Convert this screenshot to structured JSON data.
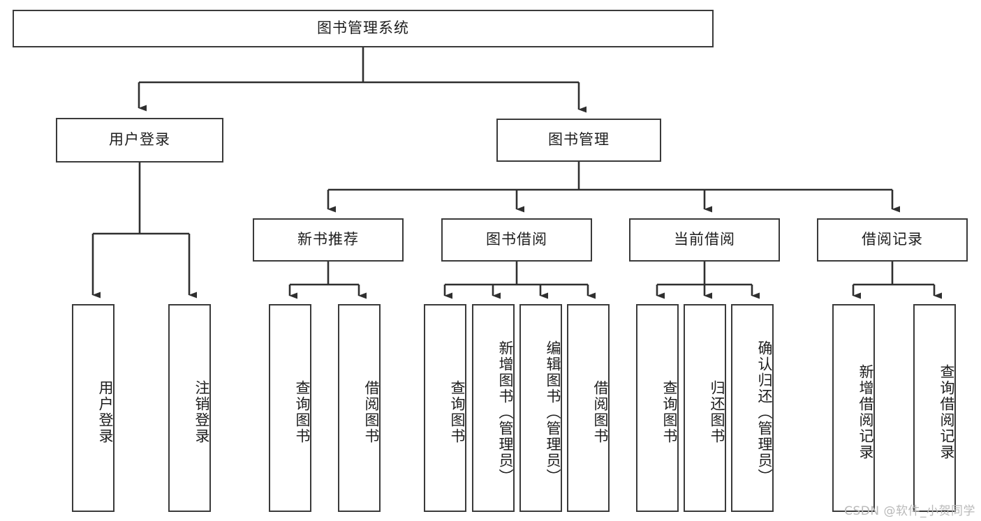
{
  "diagram": {
    "title": "图书管理系统",
    "type": "tree",
    "background": "#ffffff",
    "box_border_color": "#3a3a3a",
    "connector_color": "#2f2f2f",
    "text_color": "#1d1d1d"
  },
  "nodes": {
    "root": {
      "label": "图书管理系统",
      "orientation": "horizontal"
    },
    "level2": [
      {
        "id": "user-login",
        "label": "用户登录",
        "orientation": "horizontal"
      },
      {
        "id": "book-manage",
        "label": "图书管理",
        "orientation": "horizontal"
      }
    ],
    "level3": [
      {
        "id": "new-book-recommend",
        "label": "新书推荐",
        "orientation": "horizontal"
      },
      {
        "id": "book-borrow",
        "label": "图书借阅",
        "orientation": "horizontal"
      },
      {
        "id": "current-borrow",
        "label": "当前借阅",
        "orientation": "horizontal"
      },
      {
        "id": "borrow-record",
        "label": "借阅记录",
        "orientation": "horizontal"
      }
    ],
    "leaves": [
      {
        "id": "leaf-user-login",
        "label": "用户登录",
        "parent": "user-login",
        "orientation": "vertical"
      },
      {
        "id": "leaf-user-logout",
        "label": "注销登录",
        "parent": "user-login",
        "orientation": "vertical"
      },
      {
        "id": "leaf-query-book-1",
        "label": "查询图书",
        "parent": "new-book-recommend",
        "orientation": "vertical"
      },
      {
        "id": "leaf-borrow-book-1",
        "label": "借阅图书",
        "parent": "new-book-recommend",
        "orientation": "vertical"
      },
      {
        "id": "leaf-query-book-2",
        "label": "查询图书",
        "parent": "book-borrow",
        "orientation": "vertical"
      },
      {
        "id": "leaf-add-book",
        "label": "新增图书（管理员）",
        "parent": "book-borrow",
        "orientation": "vertical"
      },
      {
        "id": "leaf-edit-book",
        "label": "编辑图书（管理员）",
        "parent": "book-borrow",
        "orientation": "vertical"
      },
      {
        "id": "leaf-borrow-book-2",
        "label": "借阅图书",
        "parent": "book-borrow",
        "orientation": "vertical"
      },
      {
        "id": "leaf-query-book-3",
        "label": "查询图书",
        "parent": "current-borrow",
        "orientation": "vertical"
      },
      {
        "id": "leaf-return-book",
        "label": "归还图书",
        "parent": "current-borrow",
        "orientation": "vertical"
      },
      {
        "id": "leaf-confirm-return",
        "label": "确认归还（管理员）",
        "parent": "current-borrow",
        "orientation": "vertical"
      },
      {
        "id": "leaf-add-record",
        "label": "新增借阅记录",
        "parent": "borrow-record",
        "orientation": "vertical"
      },
      {
        "id": "leaf-query-record",
        "label": "查询借阅记录",
        "parent": "borrow-record",
        "orientation": "vertical"
      }
    ]
  },
  "watermark": {
    "text": "CSDN @软件_小贺同学"
  }
}
